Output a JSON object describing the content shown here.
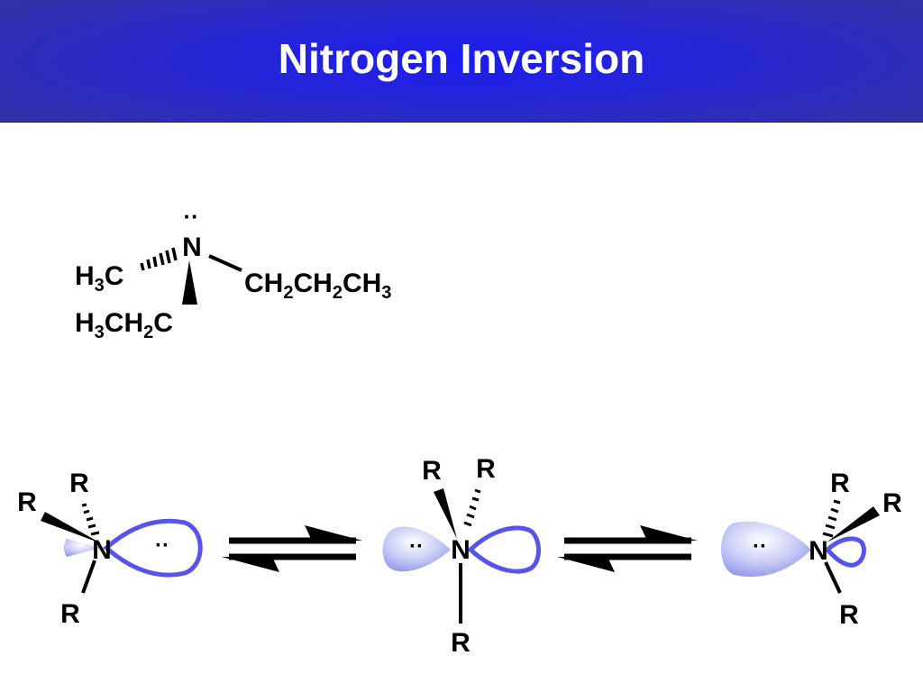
{
  "title": "Nitrogen Inversion",
  "colors": {
    "header_center": "#1c1cf2",
    "header_edge": "#3131a8",
    "orbital_outline": "#5555ee",
    "orbital_fill": "#c9cdf6"
  },
  "molecule": {
    "lone_pair": "··",
    "nitrogen": "N",
    "methyl": {
      "a": "H",
      "b": "3",
      "c": "C"
    },
    "propyl": {
      "a": "CH",
      "b": "2",
      "c": "CH",
      "d": "2",
      "e": "CH",
      "f": "3"
    },
    "ethyl": {
      "a": "H",
      "b": "3",
      "c": "CH",
      "d": "2",
      "e": "C"
    }
  },
  "inversion": {
    "substituent": "R",
    "nitrogen": "N",
    "lone_pair": "··"
  }
}
